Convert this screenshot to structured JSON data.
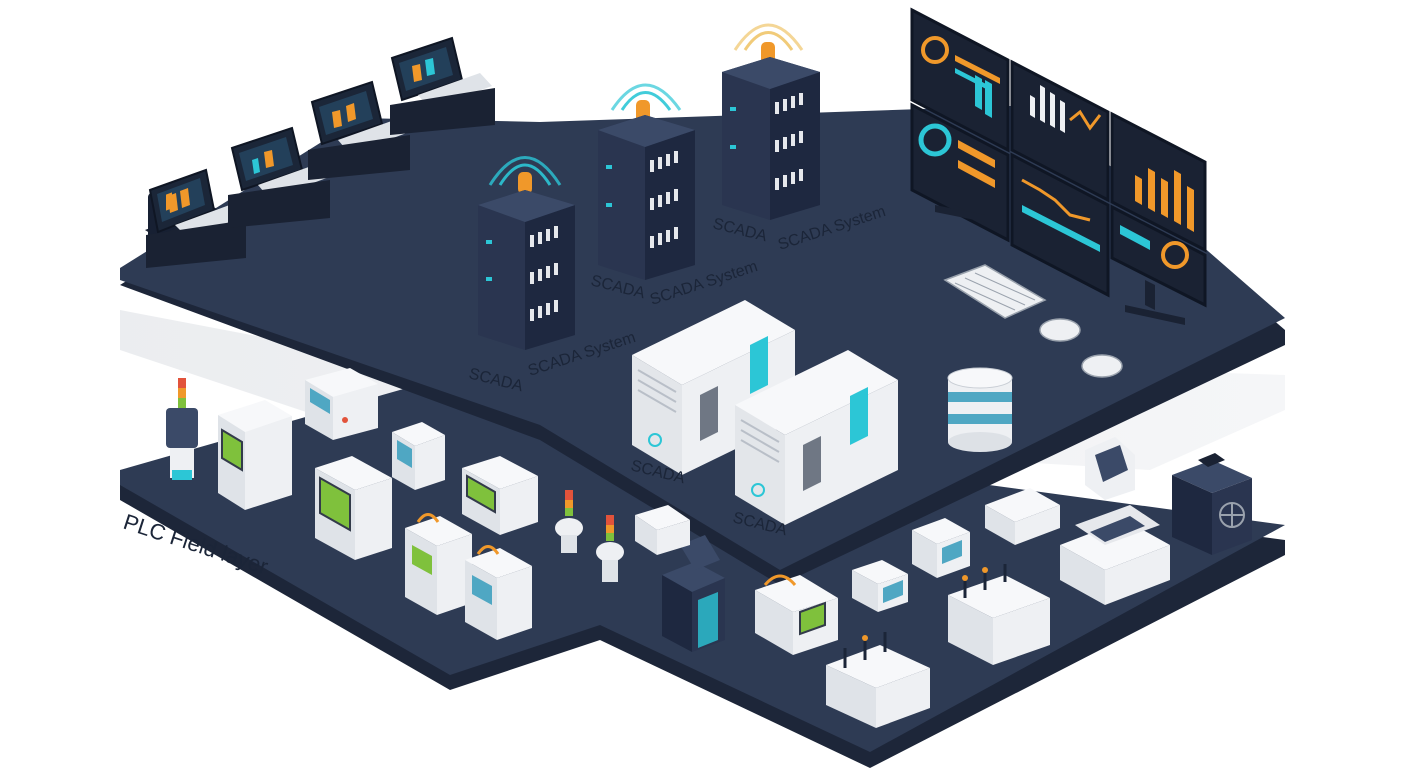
{
  "labels": {
    "field_layer": "PLC Field layer",
    "scada_rack_1_name": "SCADA",
    "scada_rack_1_system": "SCADA System",
    "scada_rack_2_name": "SCADA",
    "scada_rack_2_system": "SCADA System",
    "scada_rack_3_name": "SCADA",
    "scada_rack_3_system": "SCADA System",
    "server_1_label": "SCADA",
    "server_2_label": "SCADA"
  },
  "colors": {
    "platform_top": "#2e3b54",
    "platform_edge": "#1d2639",
    "accent_orange": "#f0982a",
    "accent_cyan": "#2cc6d6",
    "screen_green": "#7fc13c",
    "device_white": "#eef0f3"
  }
}
